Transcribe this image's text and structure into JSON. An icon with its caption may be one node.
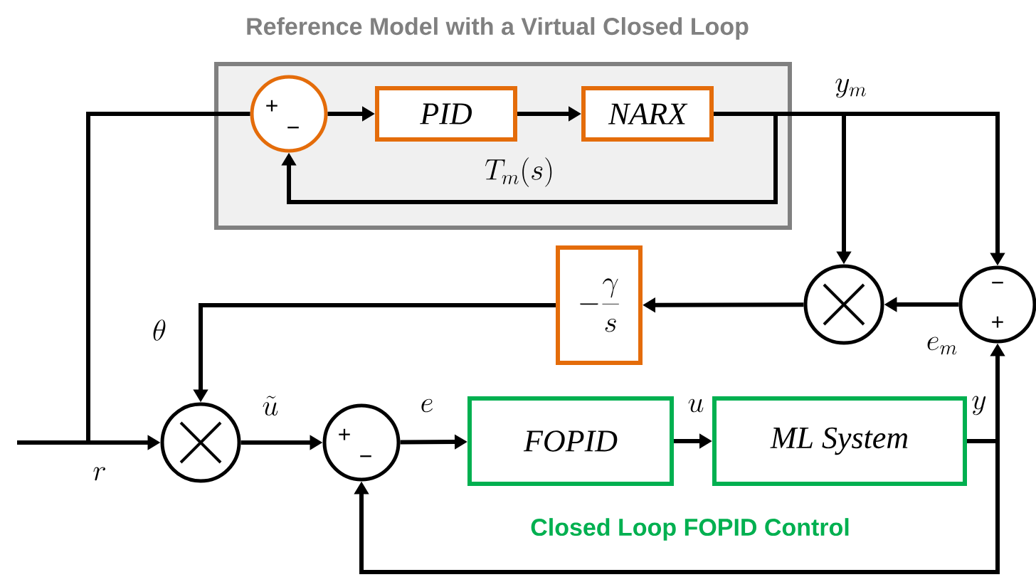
{
  "diagram": {
    "nodes": [
      {
        "text": [
          "Reference Model with a Virtual Closed Loop",
          "T_m(s)"
        ]
      },
      {
        "text": [
          "+",
          "−"
        ],
        "in": 0
      },
      {
        "text": [
          "PID"
        ],
        "in": 0
      },
      {
        "text": [
          "NARX"
        ],
        "in": 0
      },
      {
        "text": [],
        "shape": "circle"
      },
      {
        "text": [
          "−",
          "+"
        ]
      },
      {
        "text": [
          "-\\frac{\\gamma}{s}"
        ]
      },
      {
        "text": [],
        "shape": "circle"
      },
      {
        "text": [
          "+",
          "−"
        ]
      },
      {
        "text": [
          "FOPID"
        ]
      },
      {
        "text": [
          "ML System"
        ]
      }
    ],
    "edges": [
      {
        "from": null,
        "to": 7,
        "arrow": "to",
        "label": "r"
      },
      {
        "from": null,
        "to": 1,
        "arrow": "none"
      },
      {
        "from": 7,
        "to": 8,
        "arrow": "to",
        "label": "\\tilde{u}"
      },
      {
        "from": 8,
        "to": 9,
        "arrow": "to",
        "label": "e"
      },
      {
        "from": 9,
        "to": 10,
        "arrow": "to",
        "label": "u"
      },
      {
        "from": 10,
        "to": 5,
        "arrow": "to",
        "label": "y"
      },
      {
        "from": 10,
        "to": 8,
        "arrow": "to"
      },
      {
        "from": 1,
        "to": 2,
        "arrow": "to"
      },
      {
        "from": 2,
        "to": 3,
        "arrow": "to"
      },
      {
        "from": 3,
        "to": 1,
        "arrow": "to"
      },
      {
        "from": 3,
        "to": 4,
        "arrow": "to",
        "label": "y_m"
      },
      {
        "from": 3,
        "to": 5,
        "arrow": "to"
      },
      {
        "from": 5,
        "to": 4,
        "arrow": "to",
        "label": "e_m"
      },
      {
        "from": 4,
        "to": 6,
        "arrow": "to"
      },
      {
        "from": 6,
        "to": 7,
        "arrow": "to",
        "label": "\\theta"
      }
    ],
    "labels": [
      "Closed Loop  FOPID Control"
    ]
  }
}
